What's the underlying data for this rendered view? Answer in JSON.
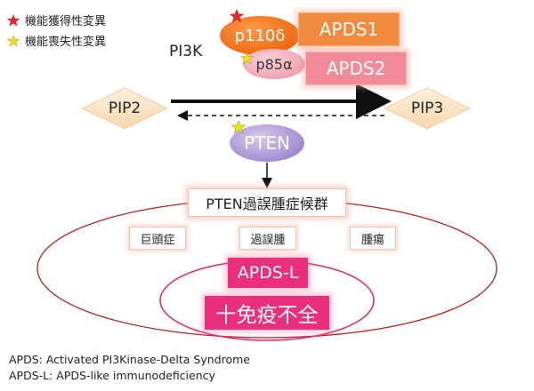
{
  "legend": {
    "gain_label": "機能獲得性変異",
    "loss_label": "機能喪失性変異",
    "gain_color": "#e8262b",
    "loss_color": "#f2e01a"
  },
  "pi3k_label": "PI3K",
  "p110": {
    "label": "p110δ",
    "mutation": "gain"
  },
  "p85": {
    "label": "p85α",
    "mutation": "loss"
  },
  "apds1_label": "APDS1",
  "apds2_label": "APDS2",
  "pip2_label": "PIP2",
  "pip3_label": "PIP3",
  "pten": {
    "label": "PTEN",
    "mutation": "loss"
  },
  "syndrome_label": "PTEN過誤腫症候群",
  "features": [
    "巨頭症",
    "過誤腫",
    "腫瘍"
  ],
  "apdsl_label": "APDS-L",
  "immuno_label": "十免疫不全",
  "footnotes": [
    "APDS: Activated PI3Kinase-Delta Syndrome",
    "APDS-L: APDS-like immunodeficiency"
  ],
  "colors": {
    "p110": "#ec6a12",
    "p85": "#ef9fb0",
    "apds1": "#f08a3c",
    "apds2": "#f28b98",
    "pten": "#9f88cf",
    "apdsl": "#eb2f7c",
    "outer_ellipse": "#b22222",
    "inner_ellipse": "#e0306e"
  }
}
